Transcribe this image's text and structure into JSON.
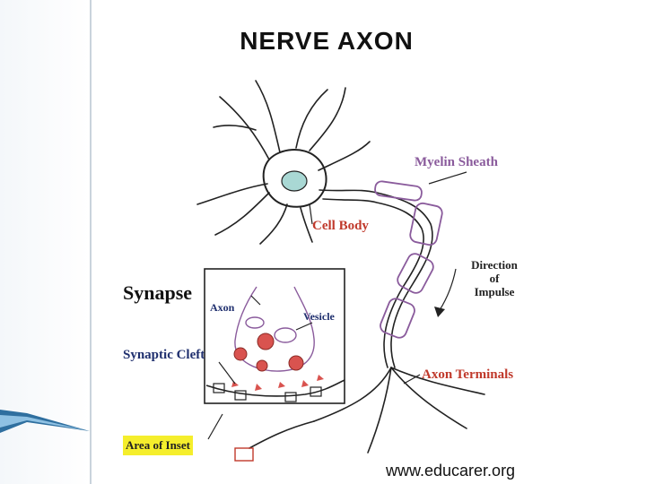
{
  "title": "NERVE AXON",
  "labels": {
    "myelin_sheath": "Myelin Sheath",
    "cell_body": "Cell Body",
    "direction_lines": [
      "Direction",
      "of",
      "Impulse"
    ],
    "axon_terminals": "Axon Terminals",
    "synapse": "Synapse",
    "axon": "Axon",
    "vesicle": "Vesicle",
    "synaptic_cleft": "Synaptic Cleft",
    "area_of_inset": "Area of Inset"
  },
  "watermark": "www.educarer.org",
  "colors": {
    "myelin": "#8a5b9c",
    "red_label": "#c0392b",
    "navy_label": "#1f2f6e",
    "inset_highlight": "#f5ee2c",
    "vesicle_fill": "#d9534f"
  }
}
